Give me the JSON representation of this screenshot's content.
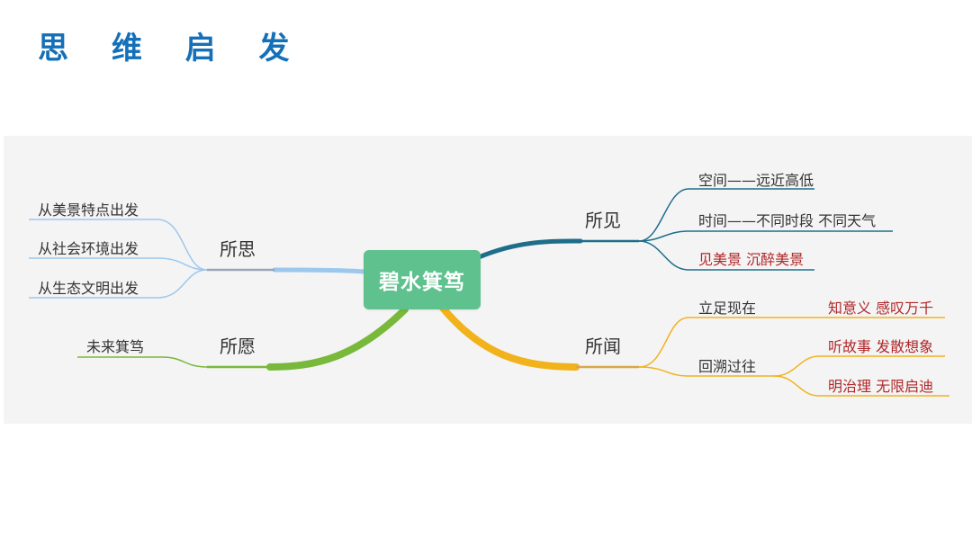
{
  "page": {
    "title": "思 维 启 发"
  },
  "mindmap": {
    "center": "碧水箕笃",
    "branches": {
      "suojian": {
        "label": "所见",
        "color": "#1e6e8a",
        "items": [
          "空间——远近高低",
          "时间——不同时段 不同天气",
          "见美景 沉醉美景"
        ]
      },
      "suowen": {
        "label": "所闻",
        "color": "#f2b21c",
        "items": [
          "立足现在",
          "回溯过往"
        ],
        "sub_items": {
          "lizu": [
            "知意义 感叹万千"
          ],
          "huisu": [
            "听故事 发散想象",
            "明治理 无限启迪"
          ]
        }
      },
      "suosi": {
        "label": "所思",
        "color": "#9cc8ee",
        "items": [
          "从美景特点出发",
          "从社会环境出发",
          "从生态文明出发"
        ]
      },
      "suoyuan": {
        "label": "所愿",
        "color": "#78b83a",
        "items": [
          "未来箕笃"
        ]
      }
    }
  }
}
